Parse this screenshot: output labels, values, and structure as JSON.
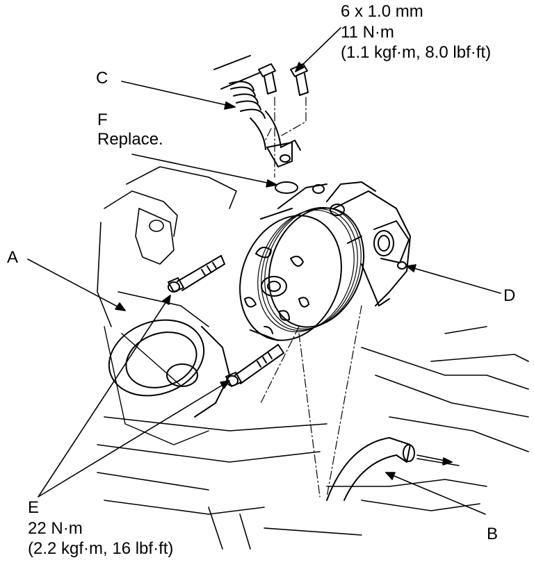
{
  "callouts": {
    "A": "A",
    "B": "B",
    "C": "C",
    "D": "D",
    "E": "E",
    "F": "F"
  },
  "notes": {
    "F_note": "Replace.",
    "top_spec_line1": "6 x 1.0 mm",
    "top_spec_line2": "11 N·m",
    "top_spec_line3": "(1.1 kgf·m, 8.0 lbf·ft)",
    "E_spec_line1": "22 N·m",
    "E_spec_line2": "(2.2 kgf·m, 16 lbf·ft)"
  },
  "colors": {
    "ink": "#000000",
    "paper": "#ffffff"
  }
}
